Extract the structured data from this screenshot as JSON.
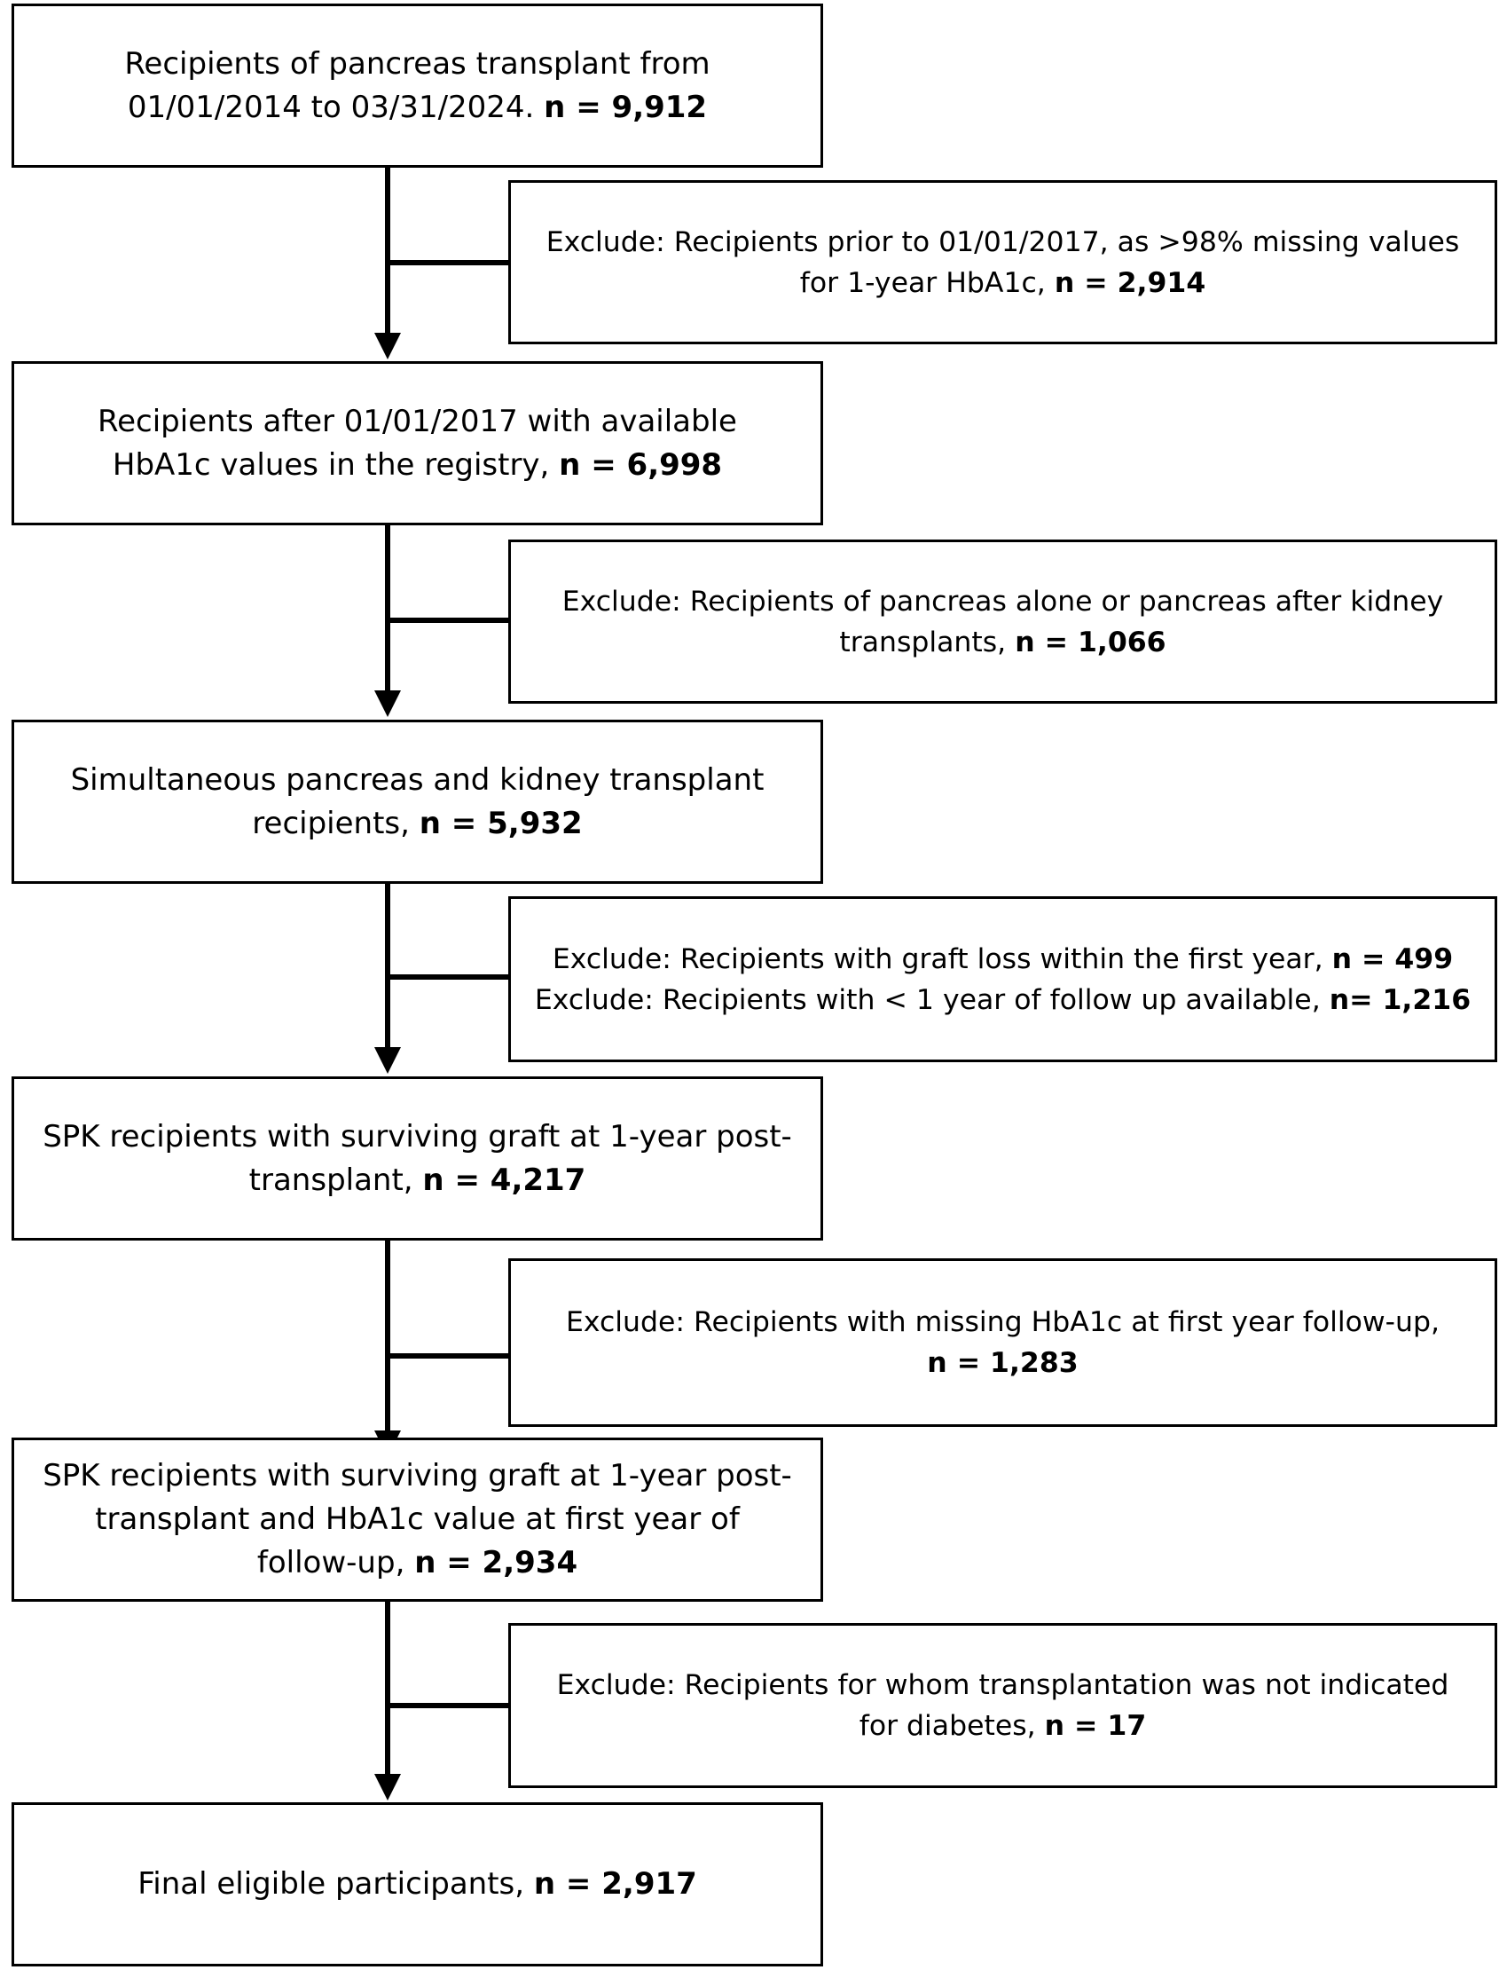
{
  "boxes": {
    "b1": {
      "l1": "Recipients of pancreas transplant from",
      "l2": "01/01/2014 to 03/31/2024. ",
      "n": "n = 9,912"
    },
    "e1": {
      "l1": "Exclude: Recipients prior to 01/01/2017, as >98% missing values",
      "l2": "for 1-year HbA1c, ",
      "n": "n = 2,914"
    },
    "b2": {
      "l1": "Recipients after 01/01/2017 with available",
      "l2": "HbA1c values in the registry, ",
      "n": "n = 6,998"
    },
    "e2": {
      "l1": "Exclude: Recipients of pancreas alone or pancreas after kidney",
      "l2": "transplants, ",
      "n": "n = 1,066"
    },
    "b3": {
      "l1": "Simultaneous pancreas and kidney transplant",
      "l2": "recipients, ",
      "n": "n = 5,932"
    },
    "e3": {
      "l1": "Exclude: Recipients with graft loss within the first year, ",
      "n1": "n = 499",
      "l2": "Exclude: Recipients with < 1 year of follow up available, ",
      "n2": "n= 1,216"
    },
    "b4": {
      "l1": "SPK recipients with surviving graft at 1-year post-",
      "l2": "transplant, ",
      "n": "n = 4,217"
    },
    "e4": {
      "l1": "Exclude: Recipients with missing HbA1c at first year follow-up,",
      "n": "n = 1,283"
    },
    "b5": {
      "l1": "SPK recipients with surviving graft at 1-year post-",
      "l2": "transplant and HbA1c value at first year of",
      "l3": "follow-up, ",
      "n": "n = 2,934"
    },
    "e5": {
      "l1": "Exclude: Recipients for whom transplantation was not indicated",
      "l2": "for diabetes, ",
      "n": "n = 17"
    },
    "b6": {
      "l1": "Final eligible participants, ",
      "n": "n = 2,917"
    }
  }
}
